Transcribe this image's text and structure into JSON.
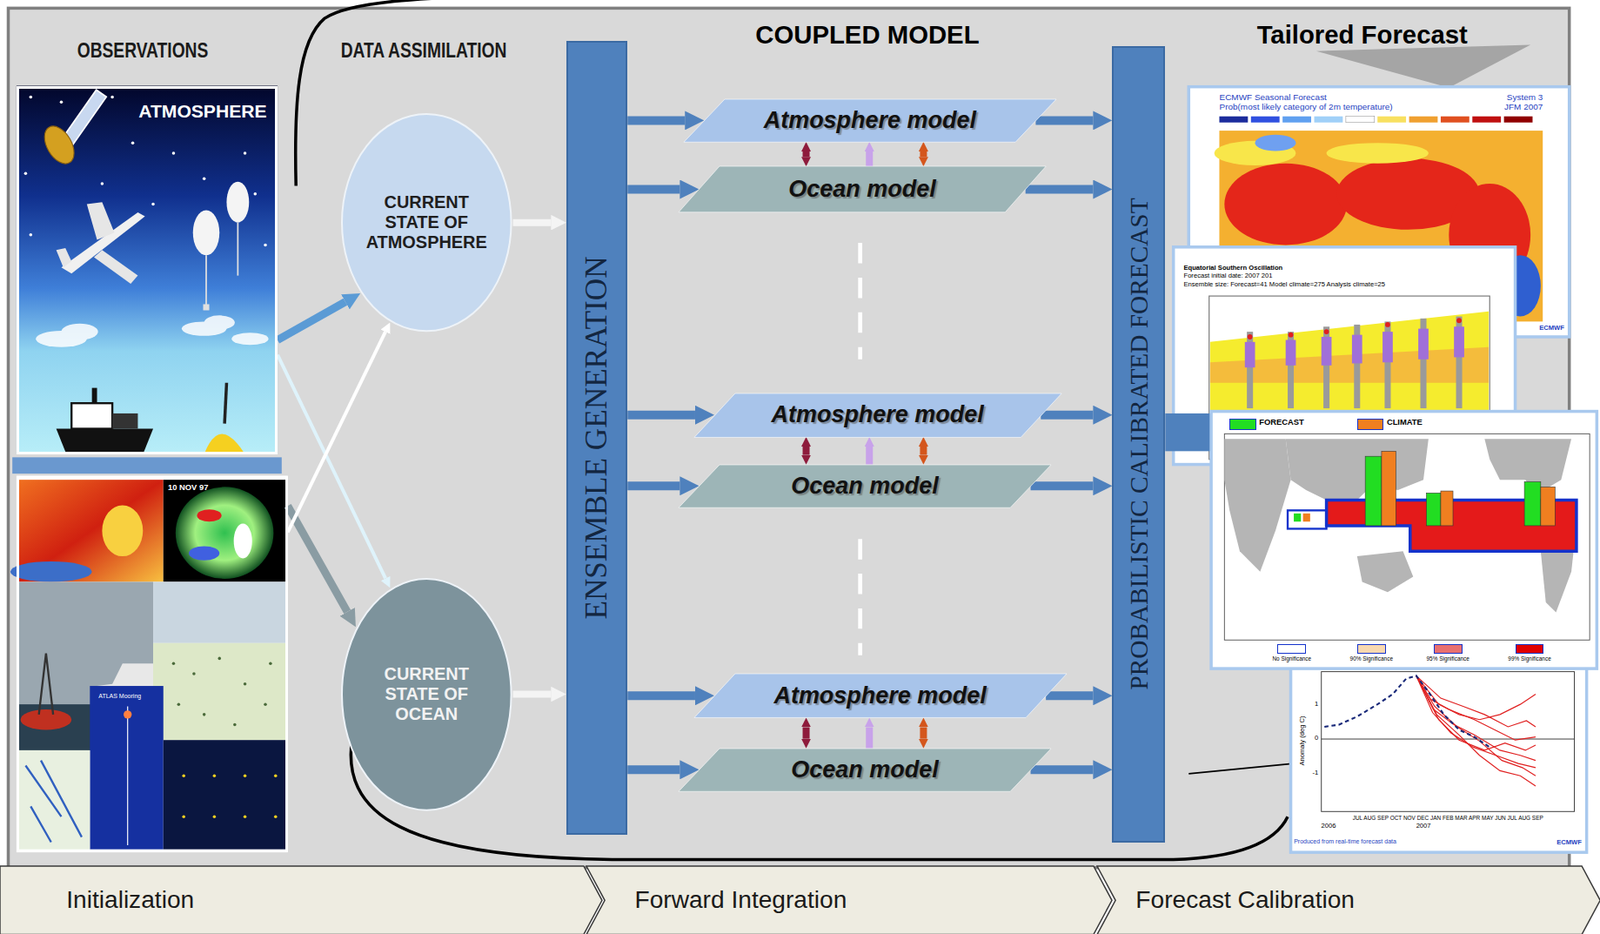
{
  "diagram": {
    "nodes": [
      {
        "text": [
          "ATMOSPHERE"
        ]
      },
      {
        "text": [
          "10 NOV 97",
          "ATLAS Mooring"
        ]
      },
      {
        "text": [
          "CURRENT STATE OF ATMOSPHERE"
        ]
      },
      {
        "text": [
          "CURRENT STATE OF OCEAN"
        ]
      },
      {
        "text": [
          "ENSEMBLE GENERATION"
        ]
      },
      {
        "text": [
          "Atmosphere model"
        ]
      },
      {
        "text": [
          "Ocean model"
        ]
      },
      {
        "text": [
          "Atmosphere model"
        ]
      },
      {
        "text": [
          "Ocean model"
        ]
      },
      {
        "text": [
          "Atmosphere model"
        ]
      },
      {
        "text": [
          "Ocean model"
        ]
      },
      {
        "text": [
          "PROBABILISTIC CALIBRATED FORECAST"
        ]
      },
      {
        "text": [
          "Initialization"
        ]
      },
      {
        "text": [
          "Forward Integration"
        ]
      },
      {
        "text": [
          "Forecast Calibration"
        ]
      }
    ],
    "edges": [
      {
        "from": 0,
        "to": 2,
        "arrow": "to"
      },
      {
        "from": 0,
        "to": 3,
        "arrow": "to"
      },
      {
        "from": 1,
        "to": 3,
        "arrow": "to"
      },
      {
        "from": 1,
        "to": 2,
        "arrow": "to"
      },
      {
        "from": 2,
        "to": 4,
        "arrow": "to"
      },
      {
        "from": 3,
        "to": 4,
        "arrow": "to"
      },
      {
        "from": 4,
        "to": 5,
        "arrow": "to"
      },
      {
        "from": 4,
        "to": 6,
        "arrow": "to"
      },
      {
        "from": 4,
        "to": 7,
        "arrow": "to"
      },
      {
        "from": 4,
        "to": 8,
        "arrow": "to"
      },
      {
        "from": 4,
        "to": 9,
        "arrow": "to"
      },
      {
        "from": 4,
        "to": 10,
        "arrow": "to"
      },
      {
        "from": 5,
        "to": 6,
        "arrow": "both"
      },
      {
        "from": 7,
        "to": 8,
        "arrow": "both"
      },
      {
        "from": 9,
        "to": 10,
        "arrow": "both"
      },
      {
        "from": 5,
        "to": 11,
        "arrow": "to"
      },
      {
        "from": 6,
        "to": 11,
        "arrow": "to"
      },
      {
        "from": 7,
        "to": 11,
        "arrow": "to"
      },
      {
        "from": 8,
        "to": 11,
        "arrow": "to"
      },
      {
        "from": 9,
        "to": 11,
        "arrow": "to"
      },
      {
        "from": 10,
        "to": 11,
        "arrow": "to"
      }
    ],
    "labels": [
      "OBSERVATIONS",
      "DATA ASSIMILATION",
      "COUPLED MODEL",
      "Tailored Forecast",
      "ECMWF Seasonal Forecast",
      "System 3",
      "Prob(most likely category of 2m temperature)",
      "JFM 2007",
      "Equatorial Southern Oscillation",
      "Forecast initial date: 2007 201",
      "Ensemble size: Forecast=41 Model climate=275 Analysis climate=25",
      "ECMWF",
      "Anomaly (deg C)",
      "1",
      "0",
      "-1",
      "JUL AUG SEP OCT NOV DEC JAN FEB MAR APR MAY JUN JUL AUG SEP",
      "2006",
      "2007",
      "Produced from real-time forecast data",
      "ECMWF"
    ],
    "legend": [
      {
        "text": "FORECAST",
        "color": "#22dd22"
      },
      {
        "text": "CLIMATE",
        "color": "#f07f20"
      },
      {
        "text": "No Significance",
        "color": "#ffffff"
      },
      {
        "text": "90% Significance",
        "color": "#f8d8b0"
      },
      {
        "text": "95% Significance",
        "color": "#e87070"
      },
      {
        "text": "99% Significance",
        "color": "#e00000"
      }
    ]
  }
}
